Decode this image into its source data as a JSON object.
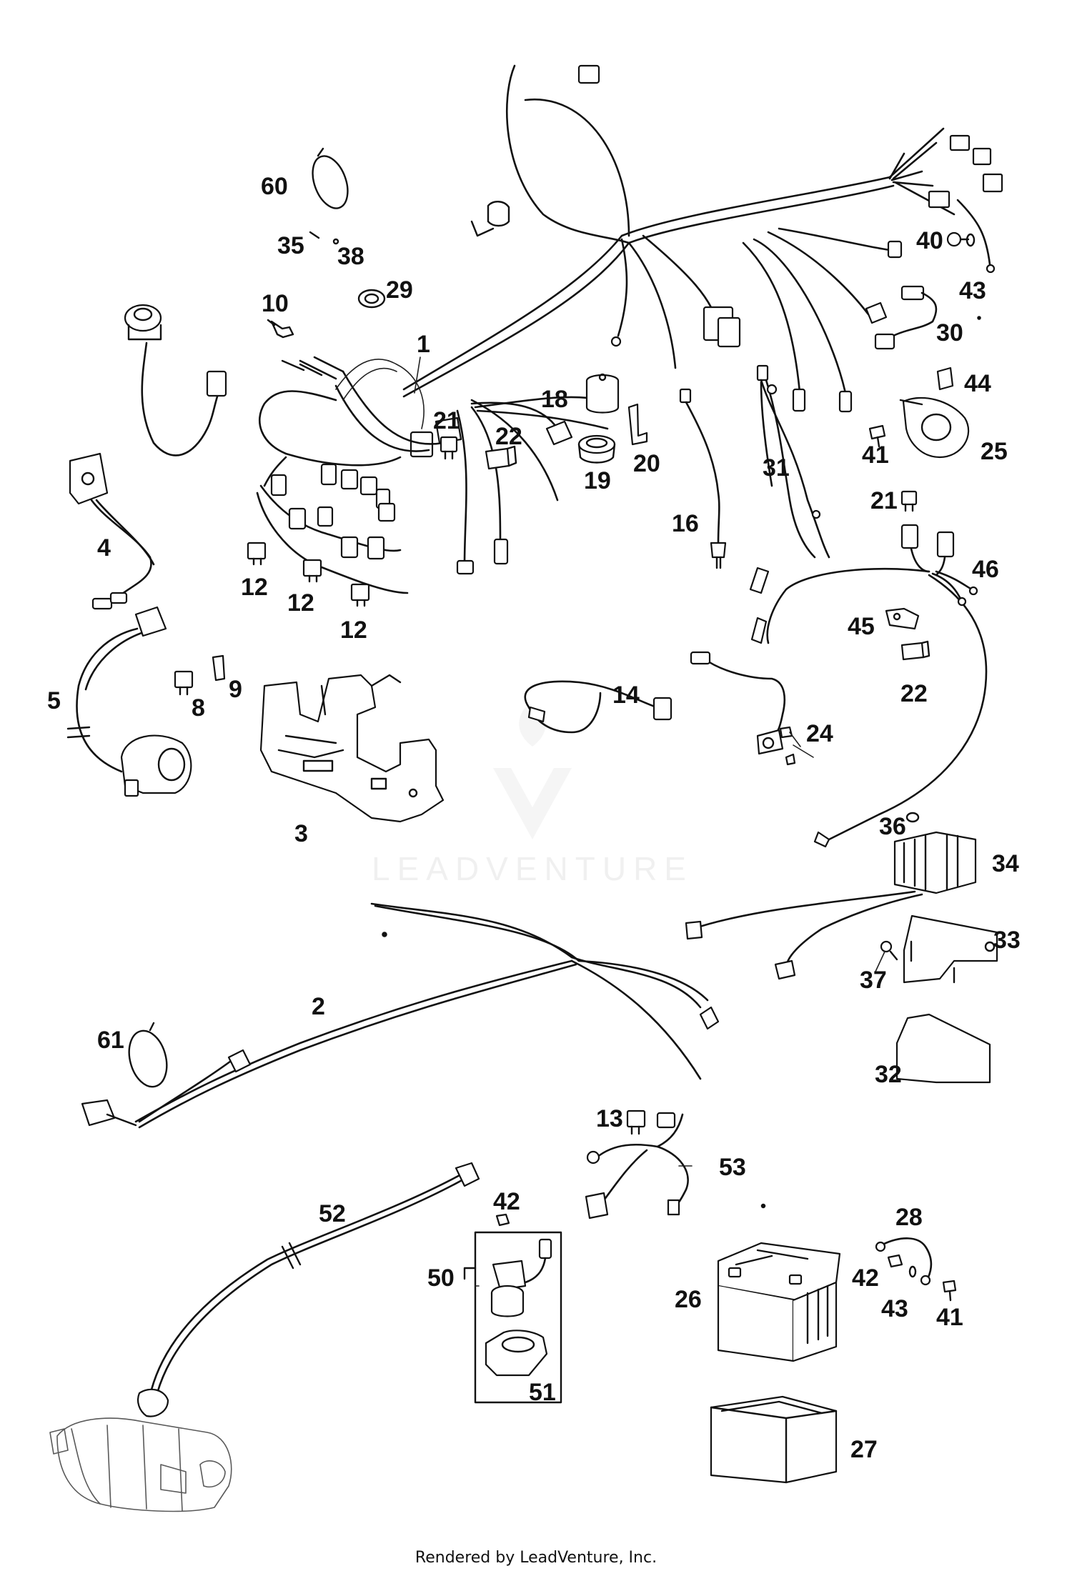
{
  "diagram": {
    "callouts": [
      "1",
      "2",
      "3",
      "4",
      "5",
      "8",
      "9",
      "10",
      "12",
      "12",
      "12",
      "13",
      "14",
      "16",
      "18",
      "19",
      "20",
      "21",
      "21",
      "22",
      "22",
      "24",
      "25",
      "26",
      "27",
      "28",
      "29",
      "30",
      "31",
      "32",
      "33",
      "34",
      "35",
      "36",
      "37",
      "38",
      "40",
      "41",
      "41",
      "42",
      "42",
      "43",
      "43",
      "44",
      "45",
      "46",
      "50",
      "51",
      "52",
      "53",
      "60",
      "61"
    ],
    "watermark": "LEADVENTURE"
  },
  "footer": "Rendered by LeadVenture, Inc."
}
